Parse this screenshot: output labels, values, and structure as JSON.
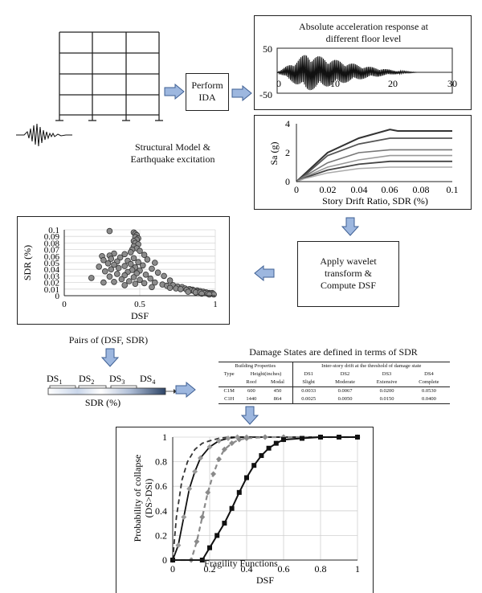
{
  "structural_model": {
    "label_line1": "Structural Model &",
    "label_line2": "Earthquake excitation"
  },
  "ida_box": {
    "line1": "Perform",
    "line2": "IDA"
  },
  "acceleration_chart": {
    "title_line1": "Absolute acceleration response at",
    "title_line2": "different floor level",
    "y_ticks": [
      "50",
      "-50"
    ],
    "x_ticks": [
      "0",
      "10",
      "20",
      "30"
    ]
  },
  "ida_chart": {
    "ylabel": "Sa (g)",
    "xlabel": "Story Drift Ratio, SDR (%)",
    "y_ticks": [
      "4",
      "2",
      "0"
    ],
    "x_ticks": [
      "0",
      "0.02",
      "0.04",
      "0.06",
      "0.08",
      "0.1"
    ]
  },
  "wavelet_box": {
    "line1": "Apply wavelet",
    "line2": "transform &",
    "line3": "Compute DSF"
  },
  "scatter_chart": {
    "ylabel": "SDR (%)",
    "xlabel": "DSF",
    "y_ticks": [
      "0.1",
      "0.09",
      "0.08",
      "0.07",
      "0.06",
      "0.05",
      "0.04",
      "0.03",
      "0.02",
      "0.01",
      "0"
    ],
    "x_ticks": [
      "0",
      "0.5",
      "1"
    ]
  },
  "pairs_label": "Pairs of (DSF, SDR)",
  "damage_bar": {
    "labels": [
      "DS",
      "DS",
      "DS",
      "DS"
    ],
    "subscripts": [
      "1",
      "2",
      "3",
      "4"
    ],
    "xlabel": "SDR (%)"
  },
  "damage_table": {
    "title": "Damage States are defined in terms of SDR",
    "group_headers": [
      "Building Properties",
      "Inter-story drift at the threshold of damage state"
    ],
    "header_row1": [
      "Type",
      "Height(inches)",
      "DS1",
      "DS2",
      "DS3",
      "DS4"
    ],
    "header_row2": [
      "",
      "Roof",
      "Modal",
      "Slight",
      "Moderate",
      "Extensive",
      "Complete"
    ],
    "rows": [
      [
        "C1M",
        "600",
        "450",
        "0.0033",
        "0.0067",
        "0.0200",
        "0.0530"
      ],
      [
        "C1H",
        "1440",
        "864",
        "0.0025",
        "0.0050",
        "0.0150",
        "0.0400"
      ]
    ]
  },
  "fragility_chart": {
    "ylabel_line1": "Probability of collapse",
    "ylabel_line2": "(DS>DSi)",
    "xlabel": "DSF",
    "y_ticks": [
      "1",
      "0.8",
      "0.6",
      "0.4",
      "0.2",
      "0"
    ],
    "x_ticks": [
      "0",
      "0.2",
      "0.4",
      "0.6",
      "0.8",
      "1"
    ]
  },
  "fragility_label": "Fragility Functions",
  "colors": {
    "arrow_fill": "#9db7df",
    "arrow_stroke": "#3e5f93",
    "border": "#222222"
  },
  "chart_data": [
    {
      "type": "line",
      "title": "Absolute acceleration response at different floor level",
      "xlim": [
        0,
        30
      ],
      "ylim": [
        -50,
        50
      ],
      "x": [
        0,
        5,
        10,
        15,
        20,
        24
      ],
      "series": [
        {
          "values": [
            0,
            45,
            30,
            15,
            5,
            0
          ]
        }
      ]
    },
    {
      "type": "line",
      "xlabel": "Story Drift Ratio, SDR (%)",
      "ylabel": "Sa (g)",
      "xlim": [
        0,
        0.1
      ],
      "ylim": [
        0,
        4
      ],
      "series": [
        {
          "x": [
            0,
            0.005,
            0.02,
            0.04,
            0.06,
            0.065,
            0.08,
            0.1
          ],
          "values": [
            0,
            0.5,
            2.0,
            3.0,
            3.6,
            3.5,
            3.5,
            3.5
          ]
        },
        {
          "x": [
            0,
            0.005,
            0.02,
            0.04,
            0.06,
            0.1
          ],
          "values": [
            0,
            0.4,
            1.8,
            2.6,
            3.0,
            3.0
          ]
        },
        {
          "x": [
            0,
            0.005,
            0.02,
            0.04,
            0.06,
            0.1
          ],
          "values": [
            0,
            0.35,
            1.3,
            2.0,
            2.2,
            2.2
          ]
        },
        {
          "x": [
            0,
            0.005,
            0.02,
            0.04,
            0.06,
            0.1
          ],
          "values": [
            0,
            0.3,
            1.0,
            1.5,
            1.8,
            1.8
          ]
        },
        {
          "x": [
            0,
            0.005,
            0.02,
            0.04,
            0.06,
            0.1
          ],
          "values": [
            0,
            0.25,
            0.8,
            1.2,
            1.4,
            1.4
          ]
        },
        {
          "x": [
            0,
            0.005,
            0.02,
            0.04,
            0.06,
            0.1
          ],
          "values": [
            0,
            0.2,
            0.6,
            0.9,
            1.0,
            1.0
          ]
        }
      ]
    },
    {
      "type": "scatter",
      "xlabel": "DSF",
      "ylabel": "SDR (%)",
      "xlim": [
        0,
        1
      ],
      "ylim": [
        0,
        0.1
      ],
      "points": [
        [
          0.3,
          0.098
        ],
        [
          0.46,
          0.096
        ],
        [
          0.47,
          0.094
        ],
        [
          0.48,
          0.092
        ],
        [
          0.47,
          0.089
        ],
        [
          0.49,
          0.087
        ],
        [
          0.48,
          0.085
        ],
        [
          0.46,
          0.083
        ],
        [
          0.47,
          0.08
        ],
        [
          0.49,
          0.078
        ],
        [
          0.46,
          0.075
        ],
        [
          0.48,
          0.072
        ],
        [
          0.45,
          0.07
        ],
        [
          0.5,
          0.068
        ],
        [
          0.44,
          0.066
        ],
        [
          0.33,
          0.064
        ],
        [
          0.4,
          0.063
        ],
        [
          0.53,
          0.062
        ],
        [
          0.3,
          0.061
        ],
        [
          0.25,
          0.06
        ],
        [
          0.37,
          0.058
        ],
        [
          0.46,
          0.057
        ],
        [
          0.31,
          0.056
        ],
        [
          0.55,
          0.055
        ],
        [
          0.26,
          0.054
        ],
        [
          0.42,
          0.053
        ],
        [
          0.35,
          0.052
        ],
        [
          0.49,
          0.051
        ],
        [
          0.6,
          0.05
        ],
        [
          0.29,
          0.049
        ],
        [
          0.44,
          0.048
        ],
        [
          0.33,
          0.047
        ],
        [
          0.52,
          0.046
        ],
        [
          0.4,
          0.045
        ],
        [
          0.23,
          0.044
        ],
        [
          0.47,
          0.043
        ],
        [
          0.36,
          0.042
        ],
        [
          0.58,
          0.041
        ],
        [
          0.31,
          0.04
        ],
        [
          0.45,
          0.039
        ],
        [
          0.5,
          0.038
        ],
        [
          0.27,
          0.037
        ],
        [
          0.42,
          0.036
        ],
        [
          0.62,
          0.035
        ],
        [
          0.48,
          0.034
        ],
        [
          0.35,
          0.033
        ],
        [
          0.54,
          0.032
        ],
        [
          0.4,
          0.031
        ],
        [
          0.66,
          0.03
        ],
        [
          0.3,
          0.029
        ],
        [
          0.46,
          0.028
        ],
        [
          0.18,
          0.027
        ],
        [
          0.57,
          0.026
        ],
        [
          0.38,
          0.025
        ],
        [
          0.5,
          0.024
        ],
        [
          0.7,
          0.023
        ],
        [
          0.43,
          0.022
        ],
        [
          0.33,
          0.021
        ],
        [
          0.6,
          0.02
        ],
        [
          0.26,
          0.02
        ],
        [
          0.53,
          0.019
        ],
        [
          0.47,
          0.018
        ],
        [
          0.65,
          0.017
        ],
        [
          0.72,
          0.016
        ],
        [
          0.4,
          0.016
        ],
        [
          0.68,
          0.015
        ],
        [
          0.75,
          0.014
        ],
        [
          0.58,
          0.013
        ],
        [
          0.78,
          0.013
        ],
        [
          0.7,
          0.012
        ],
        [
          0.8,
          0.011
        ],
        [
          0.74,
          0.011
        ],
        [
          0.83,
          0.01
        ],
        [
          0.77,
          0.01
        ],
        [
          0.85,
          0.009
        ],
        [
          0.81,
          0.009
        ],
        [
          0.88,
          0.008
        ],
        [
          0.84,
          0.008
        ],
        [
          0.86,
          0.007
        ],
        [
          0.9,
          0.007
        ],
        [
          0.82,
          0.006
        ],
        [
          0.88,
          0.006
        ],
        [
          0.92,
          0.006
        ],
        [
          0.87,
          0.005
        ],
        [
          0.94,
          0.005
        ],
        [
          0.9,
          0.005
        ],
        [
          0.96,
          0.004
        ],
        [
          0.93,
          0.004
        ],
        [
          0.98,
          0.004
        ],
        [
          0.95,
          0.003
        ],
        [
          0.97,
          0.003
        ],
        [
          0.99,
          0.002
        ],
        [
          0.91,
          0.003
        ],
        [
          0.96,
          0.002
        ]
      ]
    },
    {
      "type": "line",
      "xlabel": "DSF",
      "ylabel": "Probability of collapse (DS>DSi)",
      "xlim": [
        0,
        1
      ],
      "ylim": [
        0,
        1
      ],
      "series": [
        {
          "style": "dashed-black",
          "x": [
            0,
            0.02,
            0.05,
            0.08,
            0.12,
            0.16,
            0.2,
            0.25,
            0.3,
            0.4,
            0.5,
            0.6,
            0.8,
            1.0
          ],
          "values": [
            0,
            0.35,
            0.65,
            0.8,
            0.9,
            0.95,
            0.97,
            0.99,
            1,
            1,
            1,
            1,
            1,
            1
          ]
        },
        {
          "style": "solid-black-diamond",
          "x": [
            0,
            0.03,
            0.06,
            0.09,
            0.12,
            0.15,
            0.2,
            0.25,
            0.3,
            0.35,
            0.4,
            0.5,
            0.6,
            1.0
          ],
          "values": [
            0,
            0.12,
            0.35,
            0.58,
            0.72,
            0.83,
            0.92,
            0.97,
            0.99,
            1,
            1,
            1,
            1,
            1
          ]
        },
        {
          "style": "dashed-gray-diamond",
          "x": [
            0,
            0.1,
            0.13,
            0.16,
            0.19,
            0.22,
            0.25,
            0.28,
            0.32,
            0.36,
            0.4,
            0.5,
            0.6,
            0.8,
            1.0
          ],
          "values": [
            0,
            0,
            0.15,
            0.35,
            0.55,
            0.7,
            0.82,
            0.9,
            0.95,
            0.98,
            0.99,
            1,
            1,
            1,
            1
          ]
        },
        {
          "style": "solid-black-square",
          "x": [
            0,
            0.16,
            0.2,
            0.24,
            0.28,
            0.32,
            0.36,
            0.4,
            0.44,
            0.48,
            0.52,
            0.56,
            0.6,
            0.7,
            0.8,
            0.9,
            1.0
          ],
          "values": [
            0,
            0,
            0.1,
            0.2,
            0.3,
            0.42,
            0.55,
            0.67,
            0.77,
            0.85,
            0.91,
            0.95,
            0.98,
            0.99,
            1,
            1,
            1
          ]
        }
      ]
    }
  ]
}
